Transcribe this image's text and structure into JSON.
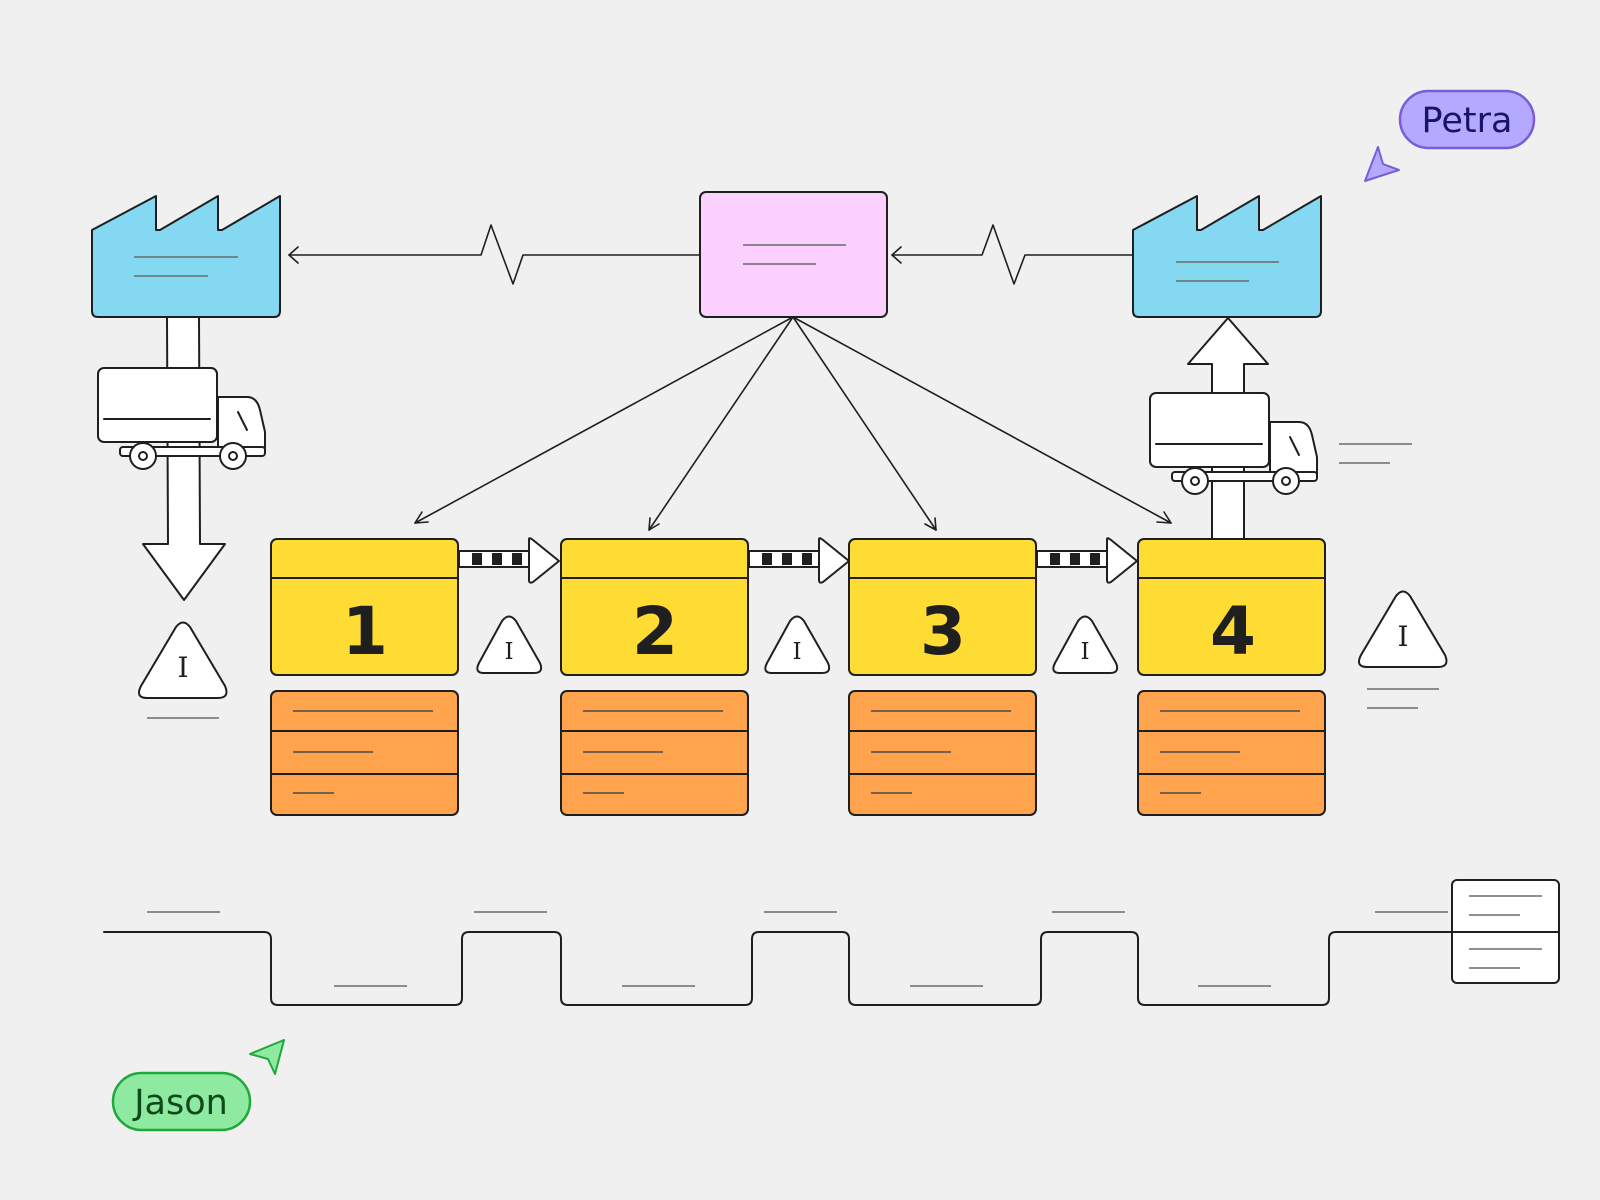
{
  "colors": {
    "background": "#f0f0f0",
    "factory": "#84d8f2",
    "control": "#fbd0ff",
    "process_header": "#ffdc34",
    "data_box": "#ffa44d",
    "petra_fill": "#b3aaff",
    "petra_stroke": "#7a5cdb",
    "jason_fill": "#8eeaa0",
    "jason_stroke": "#1fa83b"
  },
  "processes": [
    {
      "number": "1"
    },
    {
      "number": "2"
    },
    {
      "number": "3"
    },
    {
      "number": "4"
    }
  ],
  "inventory_symbol": "I",
  "cursors": {
    "petra": {
      "name": "Petra",
      "icon": "cursor-arrow-icon"
    },
    "jason": {
      "name": "Jason",
      "icon": "cursor-arrow-icon"
    }
  }
}
